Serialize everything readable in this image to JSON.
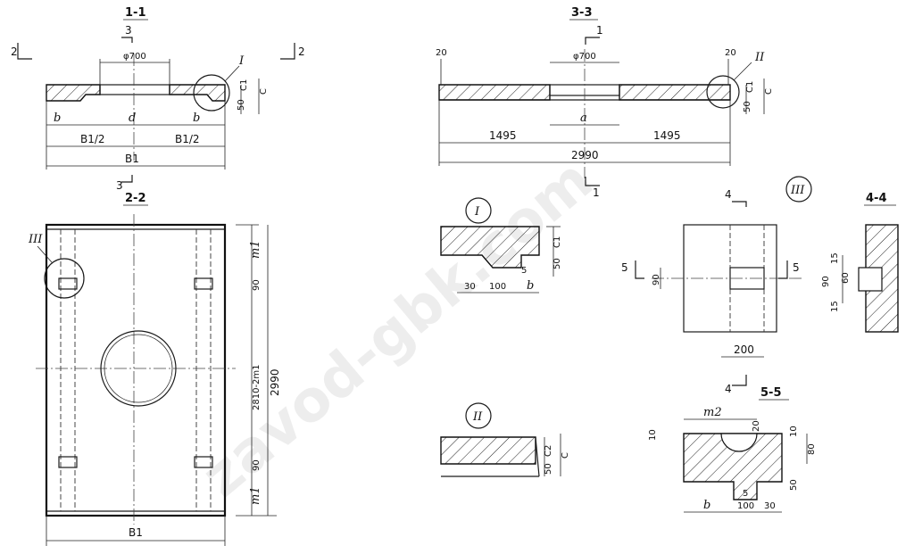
{
  "watermark": "zavod-gbk.com",
  "sections": {
    "s11": "1-1",
    "s22": "2-2",
    "s33": "3-3",
    "s44": "4-4",
    "s55": "5-5"
  },
  "markers": {
    "m1": "1",
    "m2": "2",
    "m3": "3",
    "m4": "4",
    "m5": "5"
  },
  "callouts": {
    "I": "I",
    "II": "II",
    "III": "III"
  },
  "dims": {
    "phi700": "φ700",
    "d": "d",
    "a": "a",
    "b": "b",
    "B1": "B1",
    "B1_half": "B1/2",
    "C": "C",
    "C1": "C1",
    "C2": "C2",
    "d50": "50",
    "d20": "20",
    "d1495": "1495",
    "d2990": "2990",
    "m1": "m1",
    "m2": "m2",
    "d90": "90",
    "d2810": "2810-2m1",
    "d30": "30",
    "d100": "100",
    "d5": "5",
    "d200": "200",
    "d15": "15",
    "d60": "60",
    "d10": "10",
    "d80": "80"
  }
}
